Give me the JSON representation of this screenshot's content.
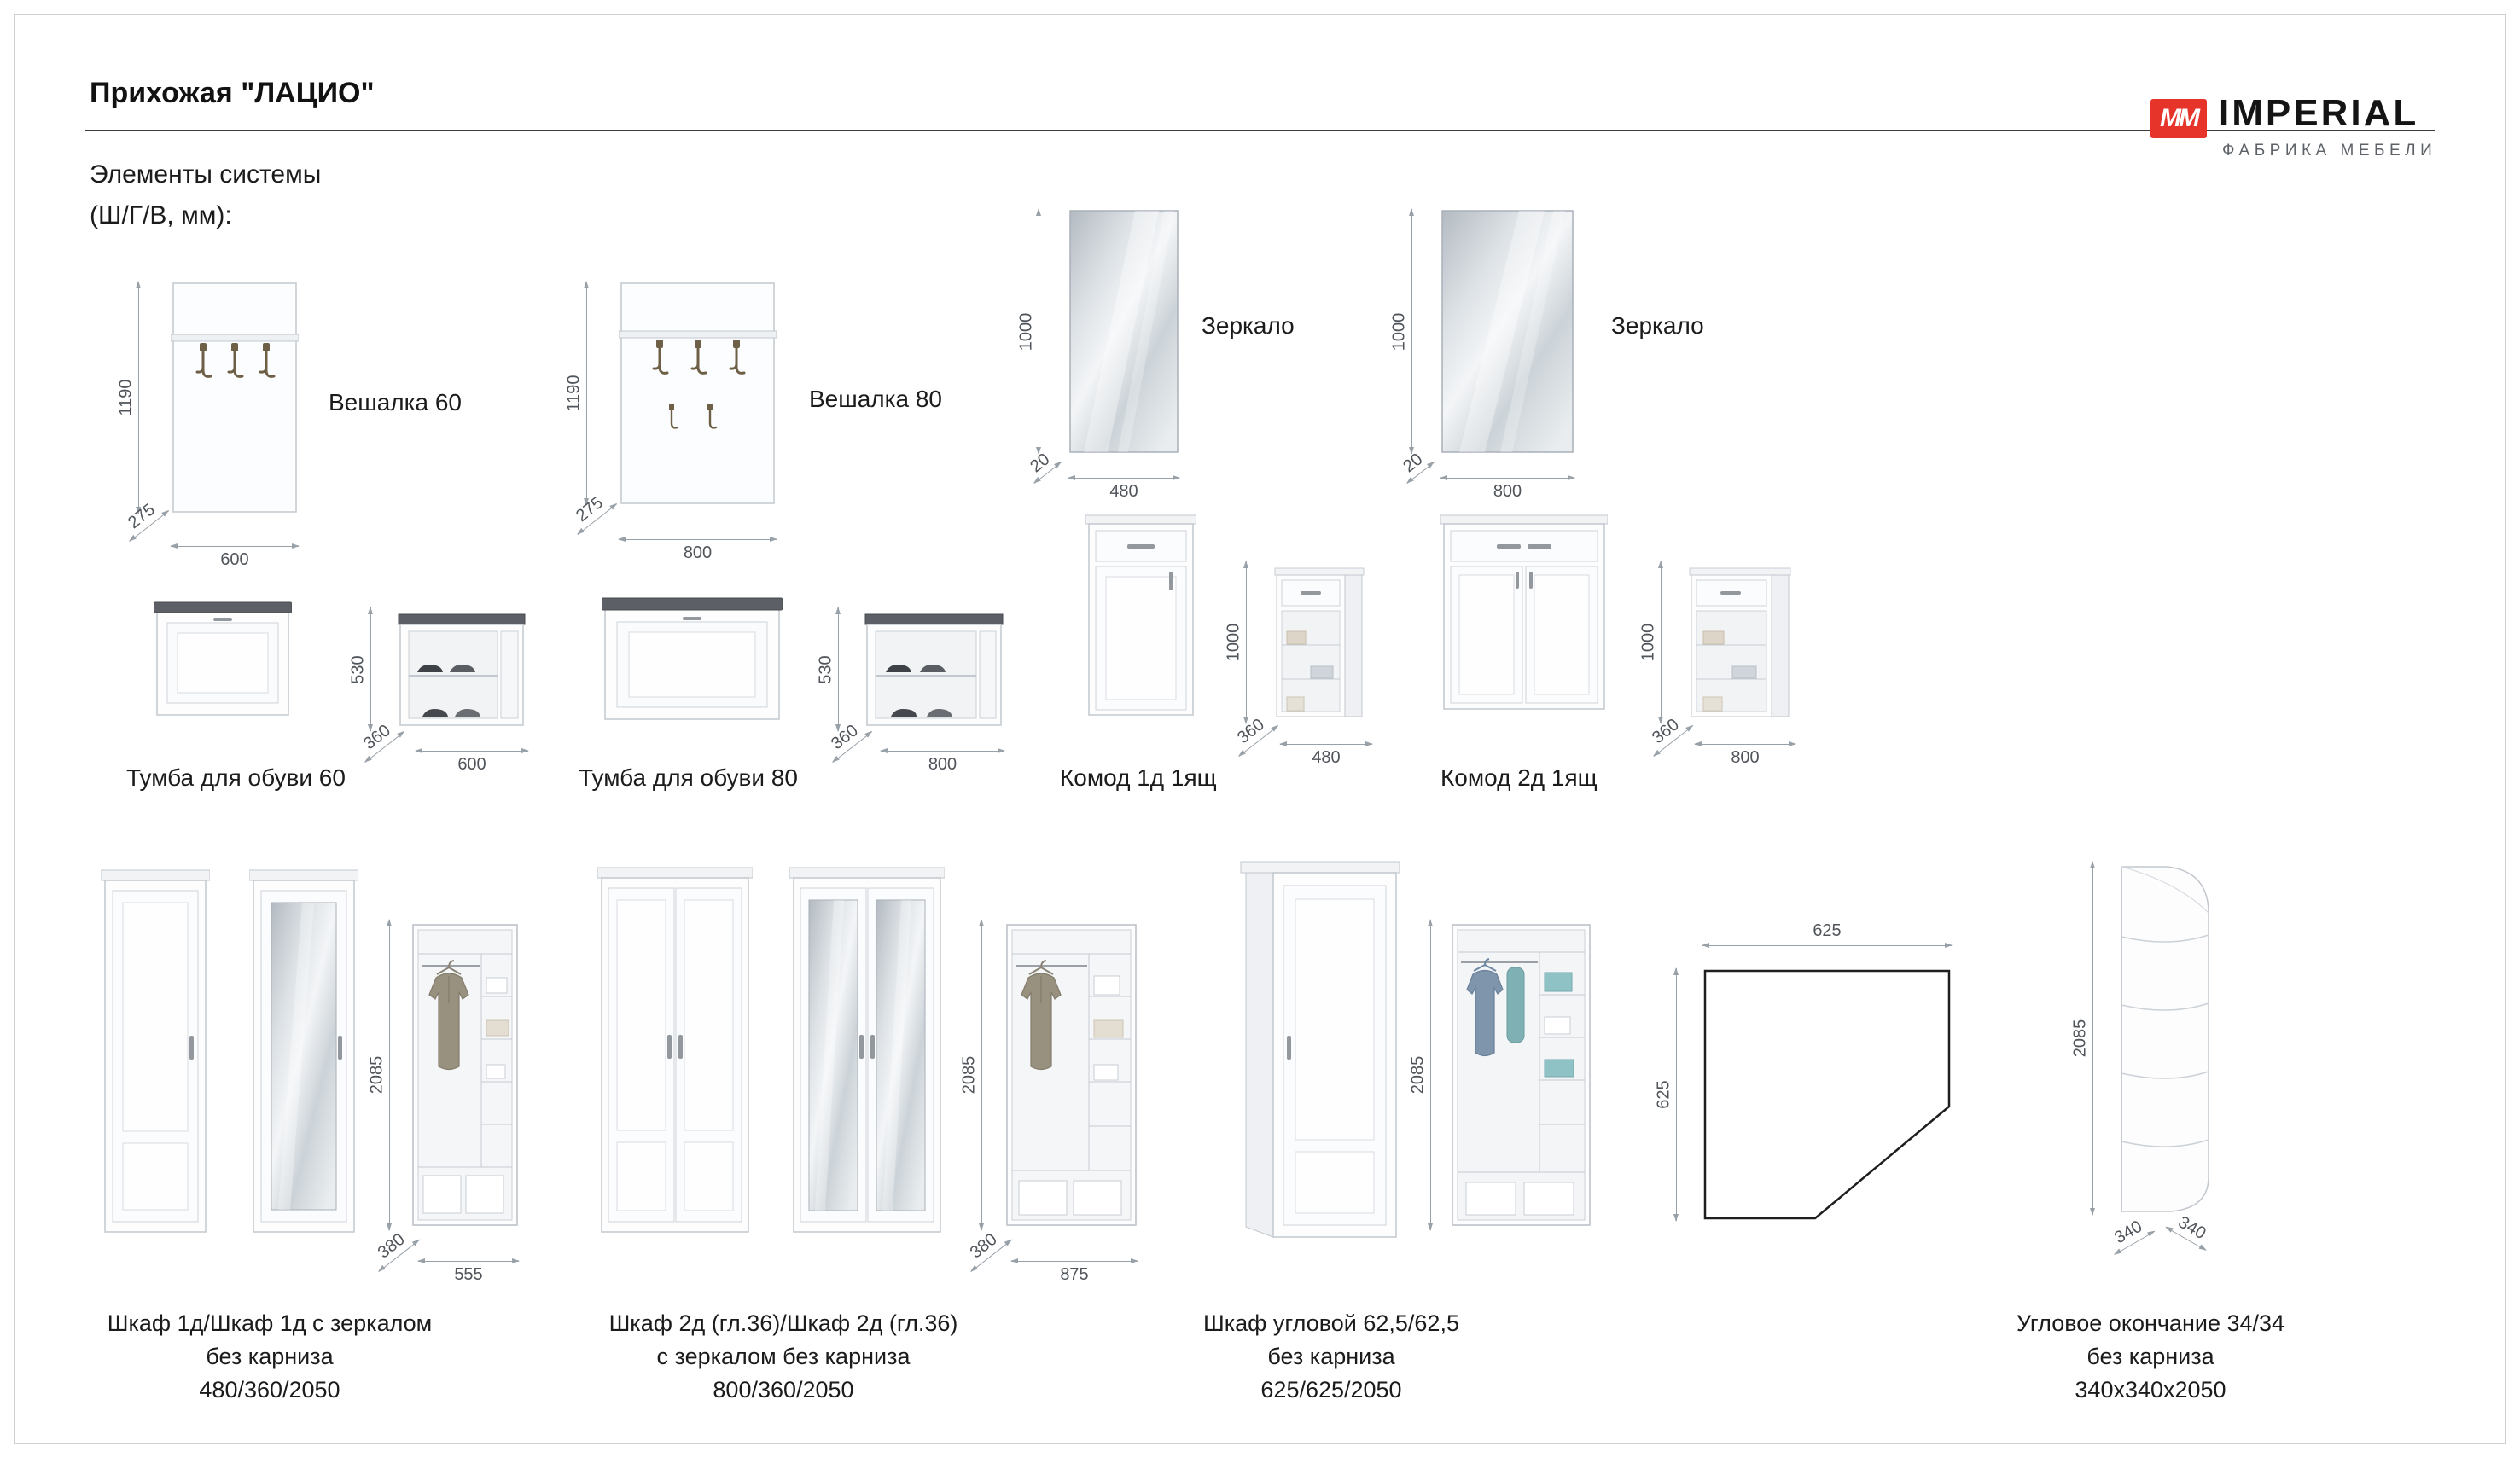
{
  "header": {
    "title": "Прихожая \"ЛАЦИО\"",
    "subtitle1": "Элементы системы",
    "subtitle2": "(Ш/Г/В, мм):"
  },
  "logo": {
    "brand": "IMPERIAL",
    "tagline": "ФАБРИКА МЕБЕЛИ",
    "mark": "MM",
    "accent_color": "#e6342b"
  },
  "items": {
    "veshalka60": {
      "label": "Вешалка 60",
      "h": "1190",
      "w": "600",
      "d": "275"
    },
    "veshalka80": {
      "label": "Вешалка 80",
      "h": "1190",
      "w": "800",
      "d": "275"
    },
    "zerkalo480": {
      "label": "Зеркало",
      "h": "1000",
      "w": "480",
      "d": "20"
    },
    "zerkalo800": {
      "label": "Зеркало",
      "h": "1000",
      "w": "800",
      "d": "20"
    },
    "tumba60": {
      "label": "Тумба для обуви 60",
      "h": "530",
      "w": "600",
      "d": "360"
    },
    "tumba80": {
      "label": "Тумба для обуви 80",
      "h": "530",
      "w": "800",
      "d": "360"
    },
    "komod1": {
      "label": "Комод 1д 1ящ",
      "h": "1000",
      "w": "480",
      "d": "360"
    },
    "komod2": {
      "label": "Комод 2д 1ящ",
      "h": "1000",
      "w": "800",
      "d": "360"
    },
    "shkaf1": {
      "line1": "Шкаф 1д/Шкаф 1д с зеркалом",
      "line2": "без карниза",
      "line3": "480/360/2050",
      "h": "2085",
      "w": "555",
      "d": "380"
    },
    "shkaf2": {
      "line1": "Шкаф 2д (гл.36)/Шкаф 2д (гл.36)",
      "line2": "с зеркалом без карниза",
      "line3": "800/360/2050",
      "h": "2085",
      "w": "875",
      "d": "380"
    },
    "shkafCorner": {
      "line1": "Шкаф угловой 62,5/62,5",
      "line2": "без карниза",
      "line3": "625/625/2050",
      "h": "2085",
      "plan_w": "625",
      "plan_d": "625"
    },
    "cornerEnd": {
      "line1": "Угловое окончание 34/34",
      "line2": "без карниза",
      "line3": "340x340x2050",
      "h": "2085",
      "d1": "340",
      "d2": "340"
    }
  }
}
